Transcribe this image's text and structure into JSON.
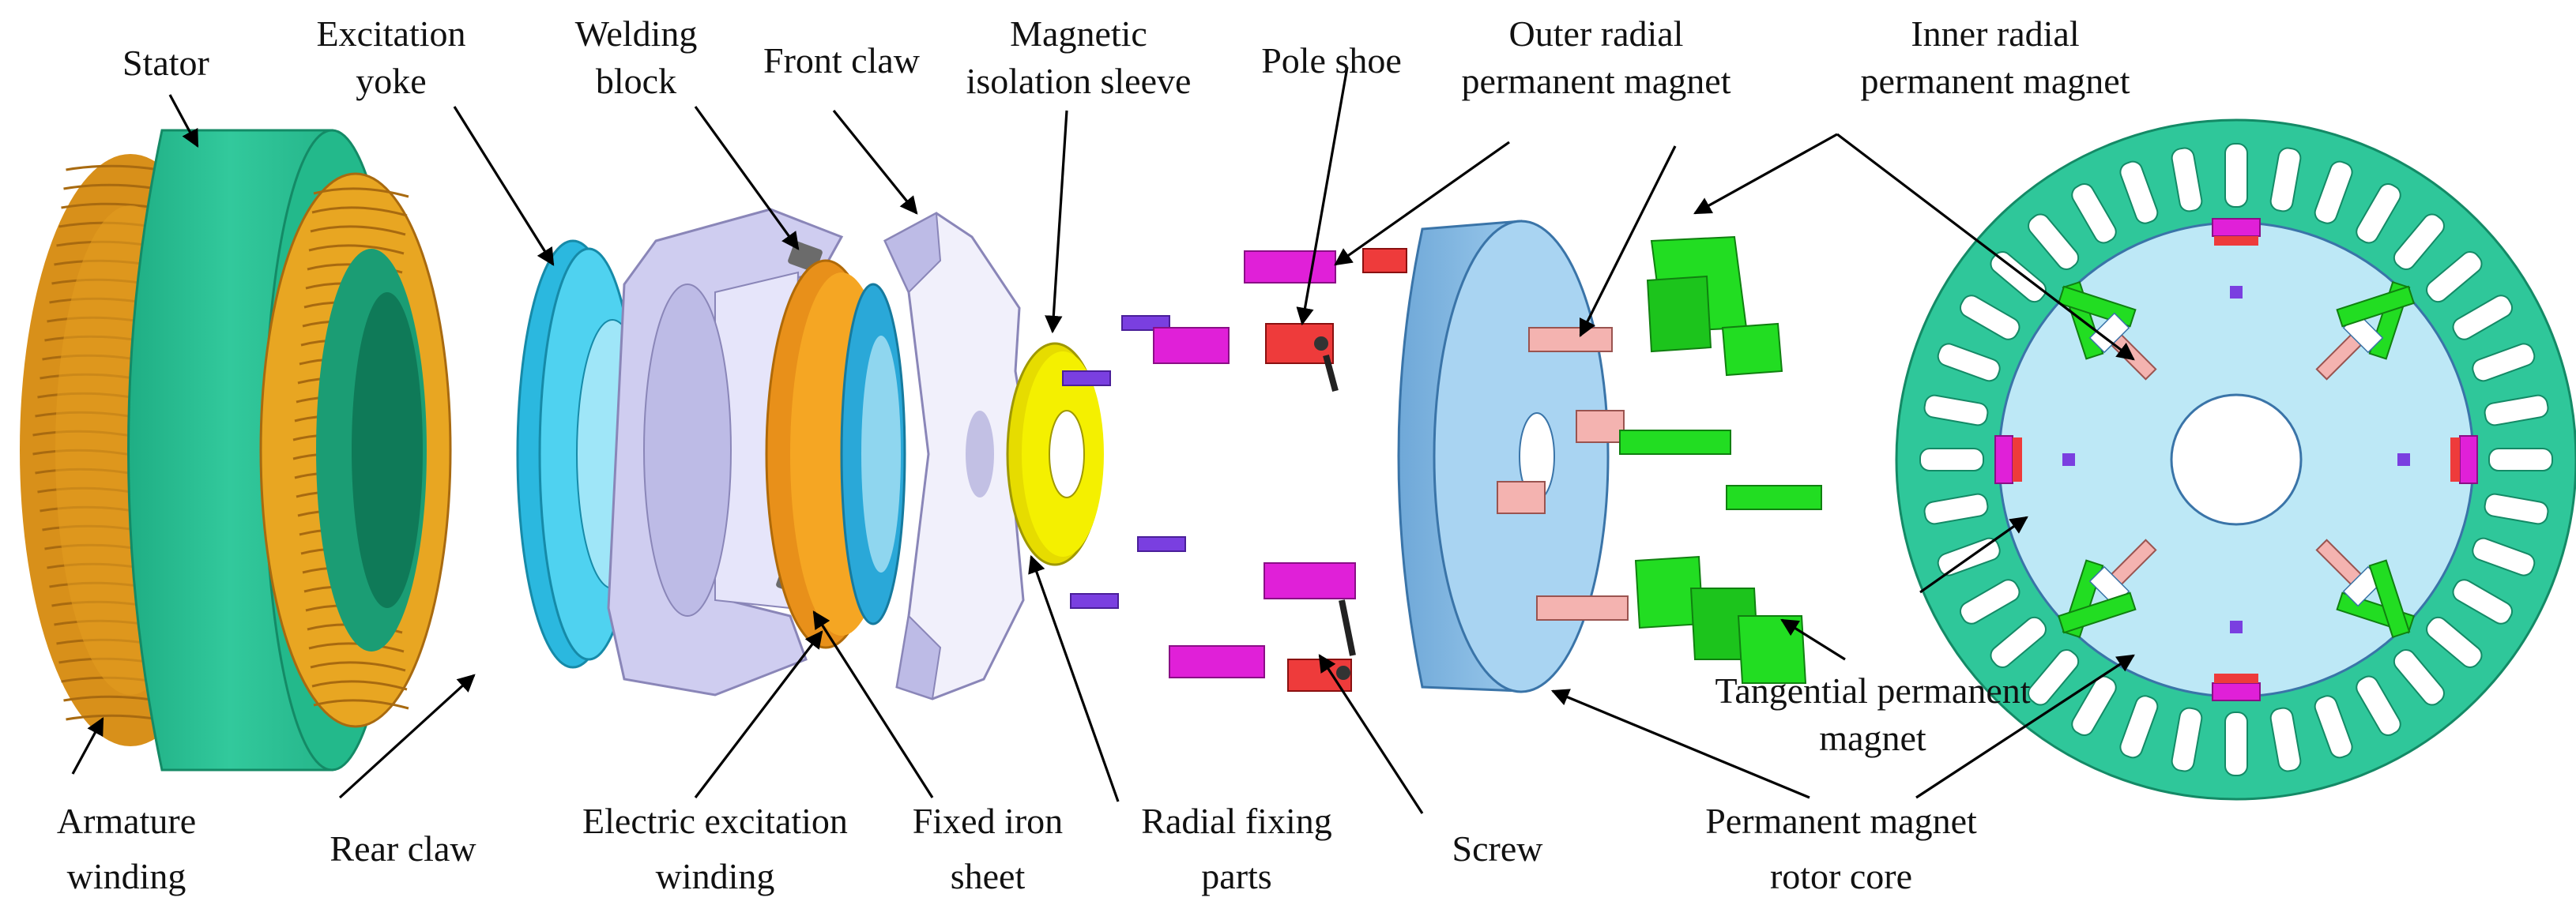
{
  "labels": {
    "stator": "Stator",
    "excitation_yoke": [
      "Excitation",
      "yoke"
    ],
    "welding_block": [
      "Welding",
      "block"
    ],
    "front_claw": "Front claw",
    "magnetic_isolation_sleeve": [
      "Magnetic",
      "isolation sleeve"
    ],
    "pole_shoe": "Pole shoe",
    "outer_radial_pm": [
      "Outer radial",
      "permanent magnet"
    ],
    "inner_radial_pm": [
      "Inner radial",
      "permanent magnet"
    ],
    "armature_winding": [
      "Armature",
      "winding"
    ],
    "rear_claw": "Rear claw",
    "electric_excitation_winding": [
      "Electric excitation",
      "winding"
    ],
    "fixed_iron_sheet": [
      "Fixed iron",
      "sheet"
    ],
    "radial_fixing_parts": [
      "Radial fixing",
      "parts"
    ],
    "screw": "Screw",
    "tangential_pm": [
      "Tangential permanent",
      "magnet"
    ],
    "pm_rotor_core": [
      "Permanent magnet",
      "rotor core"
    ]
  },
  "colors": {
    "stator_green": "#2fc79a",
    "winding_gold": "#f0b02a",
    "yoke_cyan": "#4fd2f0",
    "claw_lavender": "#cfcdf0",
    "winding_orange": "#f5a623",
    "sleeve_yellow": "#f4f000",
    "pole_red": "#ee3b3b",
    "magnet_magenta": "#e020d8",
    "fix_purple": "#7a3fe0",
    "rotor_blue": "#8cc3ea",
    "tangential_green": "#22dd22",
    "radial_pink": "#f4b3b0",
    "core_lightblue": "#bde8f6"
  }
}
